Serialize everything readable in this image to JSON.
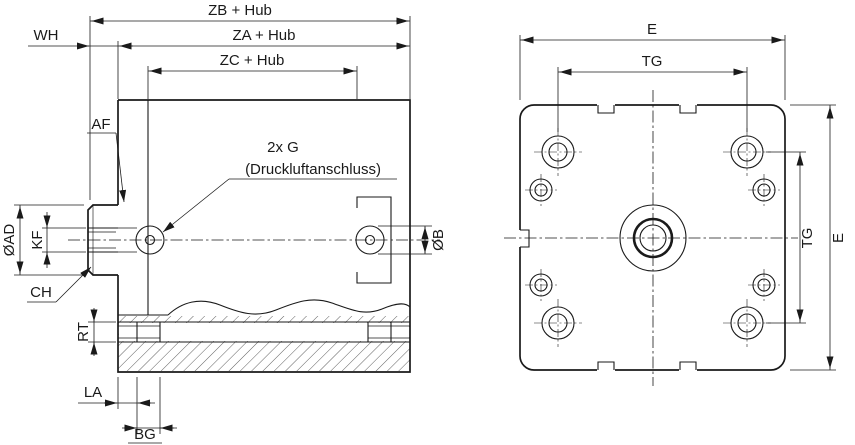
{
  "side_view": {
    "dims": {
      "zb": "ZB + Hub",
      "za": "ZA + Hub",
      "zc": "ZC + Hub",
      "wh": "WH",
      "af": "AF",
      "ad": "ØAD",
      "kf": "KF",
      "ch": "CH",
      "rt": "RT",
      "la": "LA",
      "bg": "BG",
      "b": "ØB"
    },
    "port_label": {
      "line1": "2x G",
      "line2": "(Druckluftanschluss)"
    }
  },
  "front_view": {
    "dims": {
      "e_top": "E",
      "tg_top": "TG",
      "tg_right": "TG",
      "e_right": "E"
    }
  },
  "colors": {
    "line": "#1a1a1a",
    "background": "#ffffff"
  }
}
